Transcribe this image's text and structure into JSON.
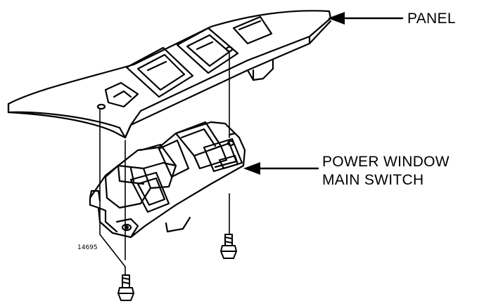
{
  "labels": {
    "panel": "PANEL",
    "switch_line1": "POWER WINDOW",
    "switch_line2": "MAIN SWITCH",
    "figure_number": "14695"
  },
  "colors": {
    "ink": "#000000",
    "paper": "#ffffff"
  }
}
